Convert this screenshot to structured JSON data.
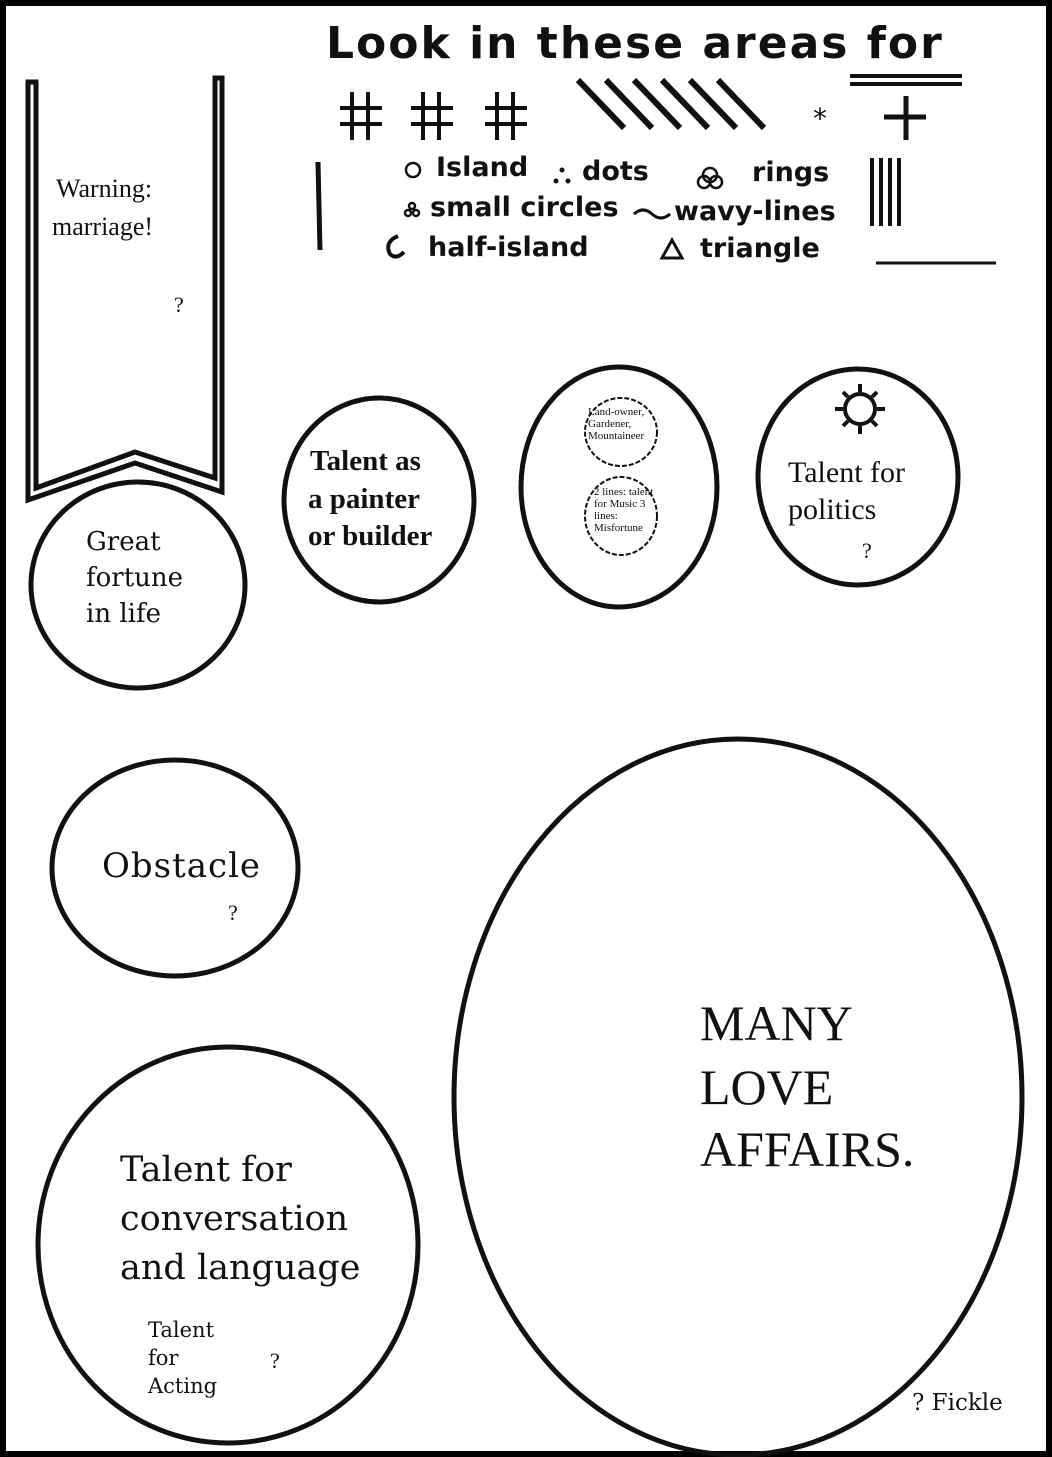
{
  "title": "Look in these areas for",
  "legend": {
    "island": "Island",
    "dots": "dots",
    "rings": "rings",
    "small_circles": "small circles",
    "wavy_lines": "wavy-lines",
    "half_island": "half-island",
    "triangle": "triangle"
  },
  "areas": {
    "marriage": {
      "line1": "Warning:",
      "line2": "marriage!",
      "mark": "?"
    },
    "fortune": {
      "line1": "Great",
      "line2": "fortune",
      "line3": "in  life"
    },
    "painter": {
      "line1": "Talent as",
      "line2": "a painter",
      "line3": "or builder"
    },
    "land": {
      "text": "Land-owner, Gardener, Mountaineer"
    },
    "music": {
      "text": "2 lines: talent for Music 3 lines: Misfortune"
    },
    "politics": {
      "line1": "Talent for",
      "line2": "politics",
      "mark": "?"
    },
    "obstacle": {
      "label": "Obstacle",
      "mark": "?"
    },
    "love": {
      "line1": "MANY",
      "line2": "LOVE",
      "line3": "AFFAIRS.",
      "note": "?  Fickle"
    },
    "conversation": {
      "line1": "Talent for",
      "line2": "conversation",
      "line3": "and language",
      "acting1": "Talent",
      "acting2": "for",
      "acting3": "Acting",
      "mark": "?"
    }
  }
}
